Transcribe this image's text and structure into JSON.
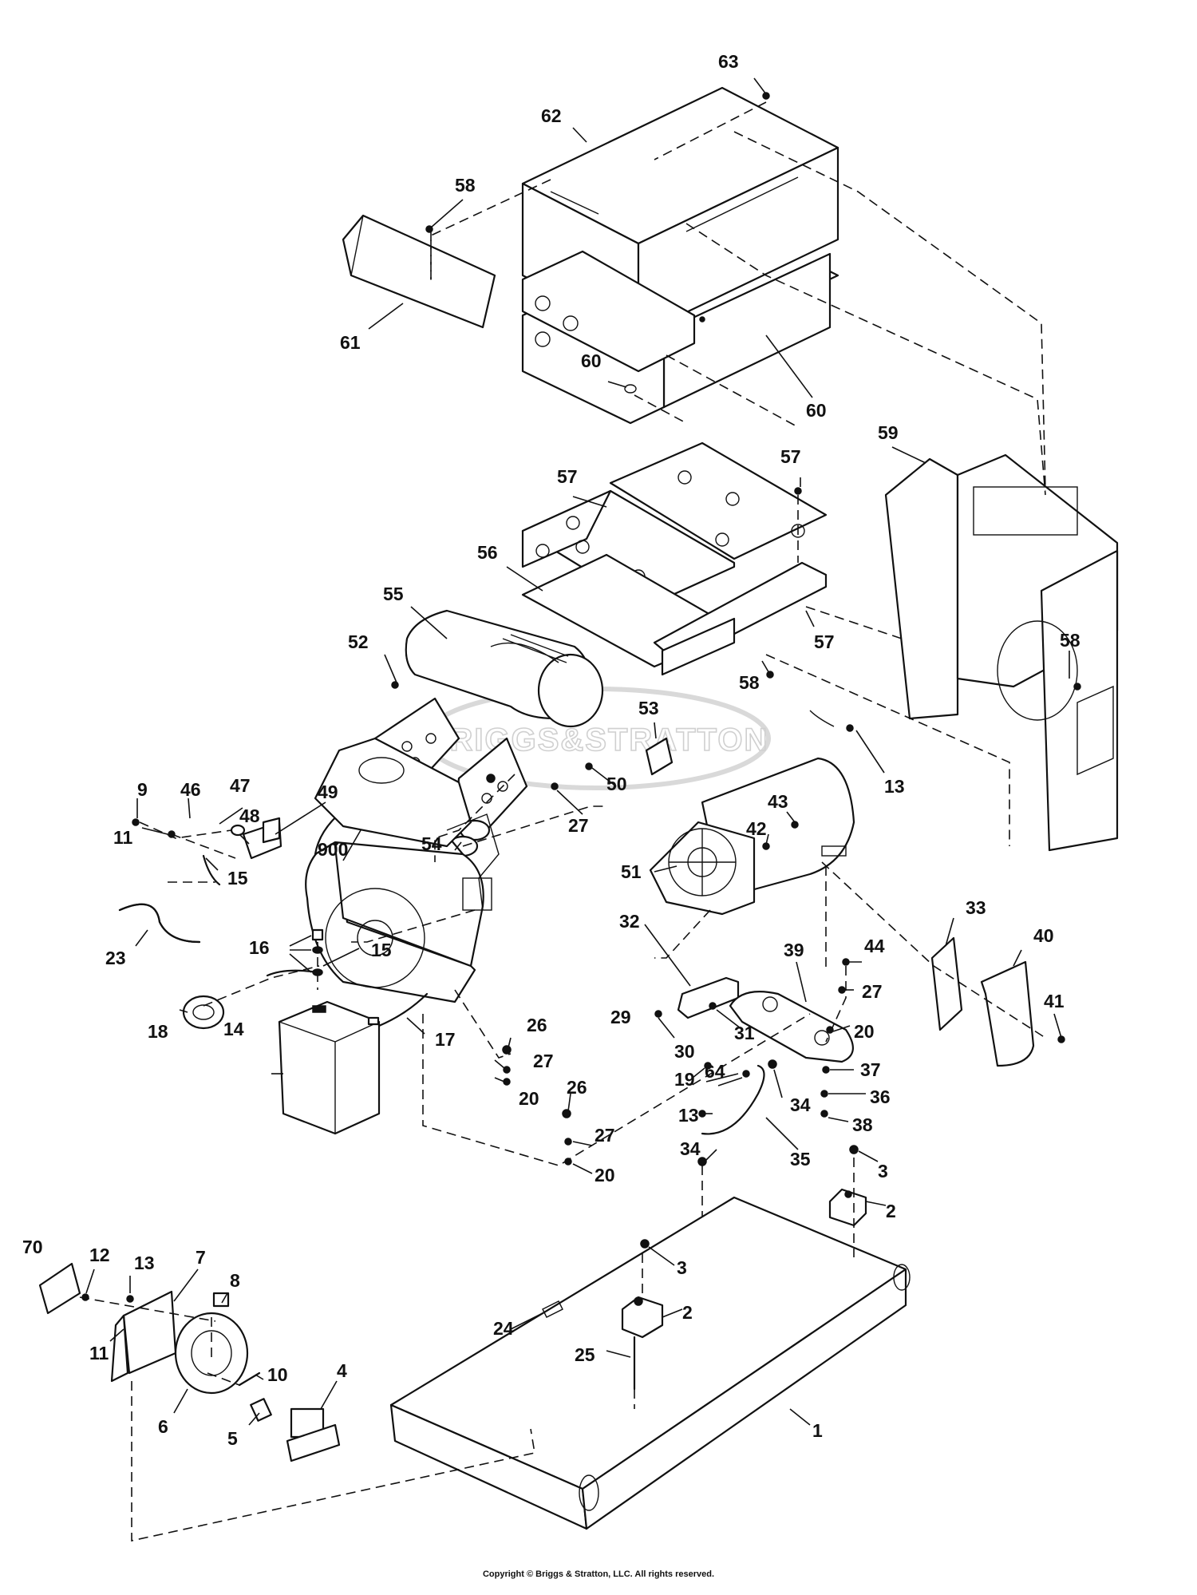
{
  "watermark": "BRIGGS&STRATTON",
  "copyright": "Copyright © Briggs & Stratton, LLC. All rights reserved.",
  "callouts": {
    "c1": "1",
    "c2a": "2",
    "c2b": "2",
    "c3a": "3",
    "c3b": "3",
    "c4": "4",
    "c5": "5",
    "c6": "6",
    "c7": "7",
    "c8": "8",
    "c9": "9",
    "c10": "10",
    "c11a": "11",
    "c11b": "11",
    "c12": "12",
    "c13a": "13",
    "c13b": "13",
    "c13c": "13",
    "c14": "14",
    "c15a": "15",
    "c15b": "15",
    "c16": "16",
    "c17": "17",
    "c18": "18",
    "c19": "19",
    "c20a": "20",
    "c20b": "20",
    "c20c": "20",
    "c23": "23",
    "c24": "24",
    "c25": "25",
    "c26a": "26",
    "c26b": "26",
    "c27a": "27",
    "c27b": "27",
    "c27c": "27",
    "c27d": "27",
    "c29": "29",
    "c30": "30",
    "c31": "31",
    "c32": "32",
    "c33": "33",
    "c34a": "34",
    "c34b": "34",
    "c35": "35",
    "c36": "36",
    "c37": "37",
    "c38": "38",
    "c39": "39",
    "c40": "40",
    "c41": "41",
    "c42": "42",
    "c43": "43",
    "c44": "44",
    "c46": "46",
    "c47": "47",
    "c48": "48",
    "c49": "49",
    "c50": "50",
    "c51": "51",
    "c52": "52",
    "c53": "53",
    "c54": "54",
    "c55": "55",
    "c56": "56",
    "c57a": "57",
    "c57b": "57",
    "c57c": "57",
    "c58a": "58",
    "c58b": "58",
    "c58c": "58",
    "c59": "59",
    "c60a": "60",
    "c60b": "60",
    "c61": "61",
    "c62": "62",
    "c63": "63",
    "c64": "64",
    "c70": "70",
    "c900": "900"
  }
}
